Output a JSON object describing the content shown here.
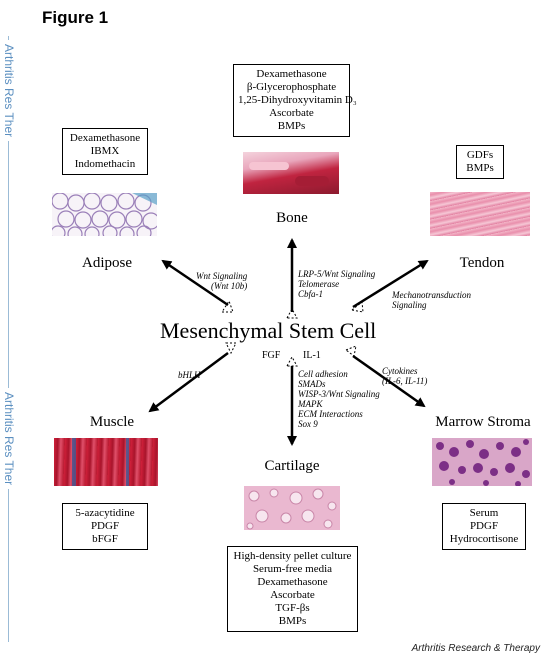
{
  "figure": {
    "title": "Figure 1",
    "journal_side": "Arthritis Res Ther",
    "credit": "Arthritis Research & Therapy"
  },
  "center": {
    "title": "Mesenchymal Stem Cell",
    "fgf": "FGF",
    "il1": "IL-1"
  },
  "tissues": {
    "bone": {
      "label": "Bone",
      "factors": [
        "Dexamethasone",
        "β-Glycerophosphate",
        "1,25-Dihydroxyvitamin D₃",
        "Ascorbate",
        "BMPs"
      ],
      "signals": [
        "LRP-5/Wnt Signaling",
        "Telomerase",
        "Cbfa-1"
      ]
    },
    "adipose": {
      "label": "Adipose",
      "factors": [
        "Dexamethasone",
        "IBMX",
        "Indomethacin"
      ],
      "signals": [
        "Wnt Signaling",
        "(Wnt 10b)"
      ]
    },
    "tendon": {
      "label": "Tendon",
      "factors": [
        "GDFs",
        "BMPs"
      ],
      "signals": [
        "Mechanotransduction",
        "Signaling"
      ]
    },
    "muscle": {
      "label": "Muscle",
      "factors": [
        "5-azacytidine",
        "PDGF",
        "bFGF"
      ],
      "signals": [
        "bHLH"
      ]
    },
    "cartilage": {
      "label": "Cartilage",
      "factors": [
        "High-density pellet culture",
        "Serum-free media",
        "Dexamethasone",
        "Ascorbate",
        "TGF-βs",
        "BMPs"
      ],
      "signals": [
        "Cell adhesion",
        "SMADs",
        "WISP-3/Wnt Signaling",
        "MAPK",
        "ECM Interactions",
        "Sox 9"
      ]
    },
    "marrow": {
      "label": "Marrow Stroma",
      "factors": [
        "Serum",
        "PDGF",
        "Hydrocortisone"
      ],
      "signals": [
        "Cytokines",
        "(IL-6, IL-11)"
      ]
    }
  },
  "colors": {
    "side_text": "#5b8fc0",
    "stain_pink": "#e58fb1",
    "stain_red": "#c02440",
    "stain_purple": "#8a3a8a"
  }
}
